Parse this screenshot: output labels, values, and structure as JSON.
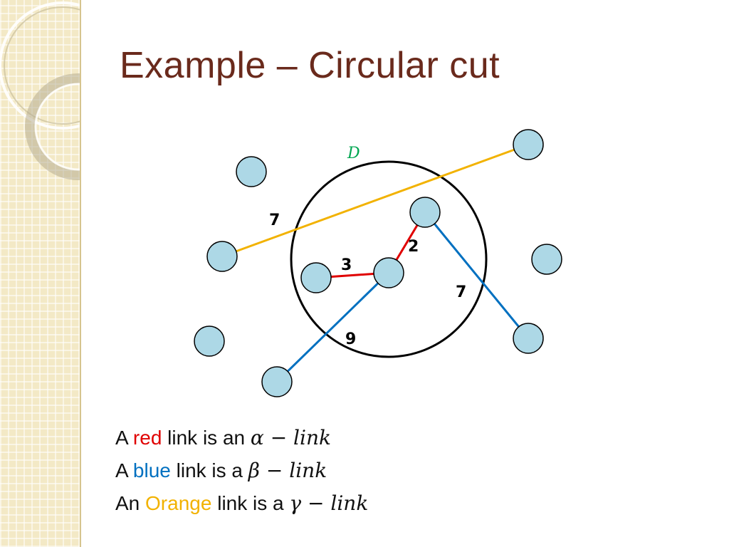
{
  "slide": {
    "title": "Example – Circular cut"
  },
  "diagram": {
    "region_label": "D",
    "weights": {
      "orange": "7",
      "red_left": "3",
      "red_upper": "2",
      "blue_left": "9",
      "blue_right": "7"
    },
    "colors": {
      "red": "#e00000",
      "blue": "#0070c0",
      "orange": "#f2b200",
      "node_fill": "#add8e6",
      "region_label": "#00a651"
    }
  },
  "captions": [
    {
      "prefix": "A ",
      "color_word": "red",
      "middle": " link is an ",
      "math": "α − link"
    },
    {
      "prefix": "A ",
      "color_word": "blue",
      "middle": " link is a ",
      "math": "β − link"
    },
    {
      "prefix": "An ",
      "color_word": "Orange",
      "middle": " link is a ",
      "math": "γ − link"
    }
  ]
}
